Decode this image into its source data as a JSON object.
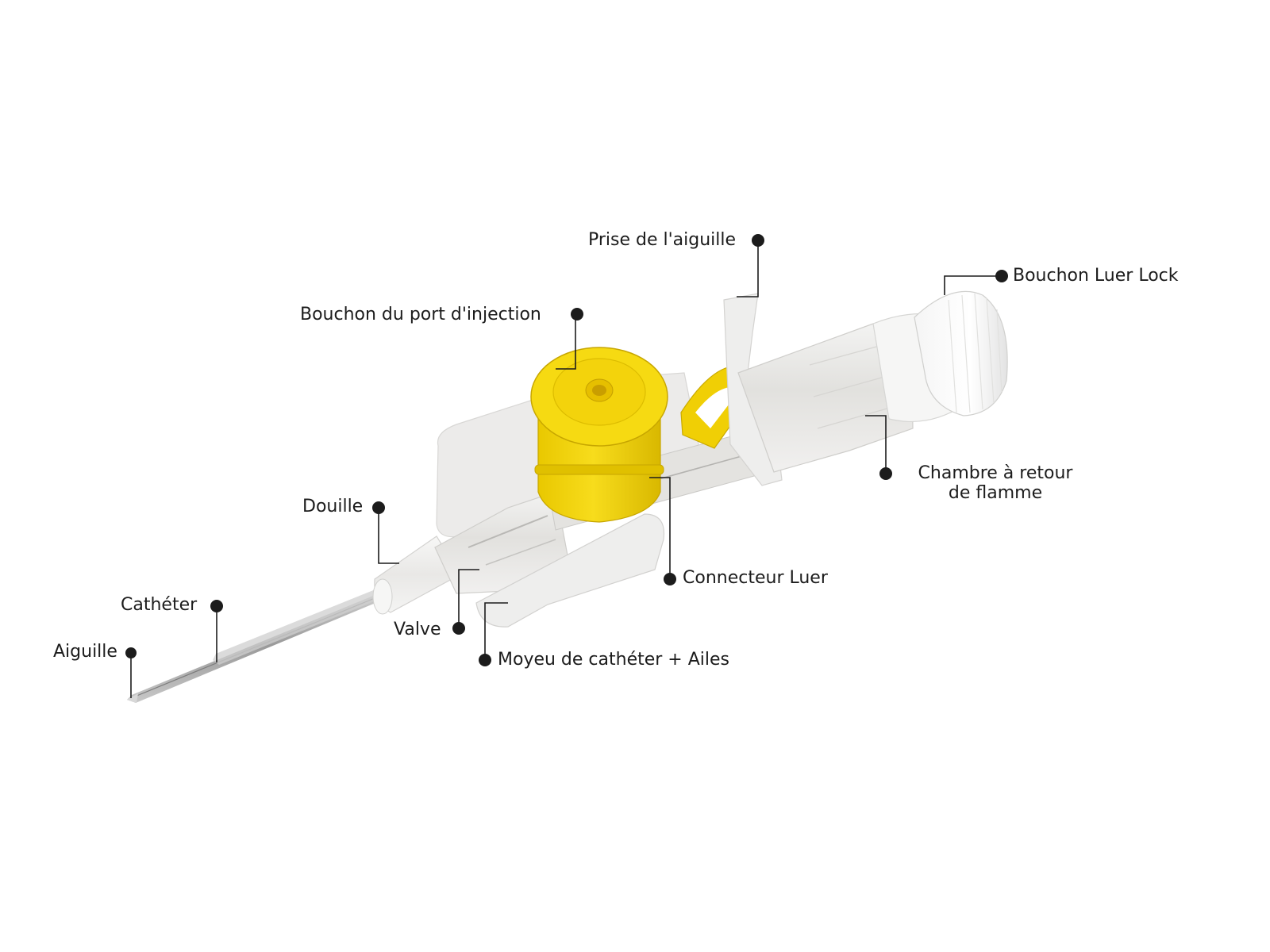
{
  "labels": {
    "aiguille": "Aiguille",
    "catheter": "Cathéter",
    "douille": "Douille",
    "valve": "Valve",
    "moyeu": "Moyeu de cathéter + Ailes",
    "connecteur": "Connecteur Luer",
    "bouchon_port": "Bouchon du port d'injection",
    "prise": "Prise de l'aiguille",
    "bouchon_luer": "Bouchon Luer Lock",
    "chambre_line1": "Chambre à retour",
    "chambre_line2": "de flamme"
  },
  "colors": {
    "background": "#ffffff",
    "text": "#1c1c1c",
    "leader": "#1c1c1c",
    "yellow": "#f2d40e",
    "plastic": "#ecebea"
  }
}
